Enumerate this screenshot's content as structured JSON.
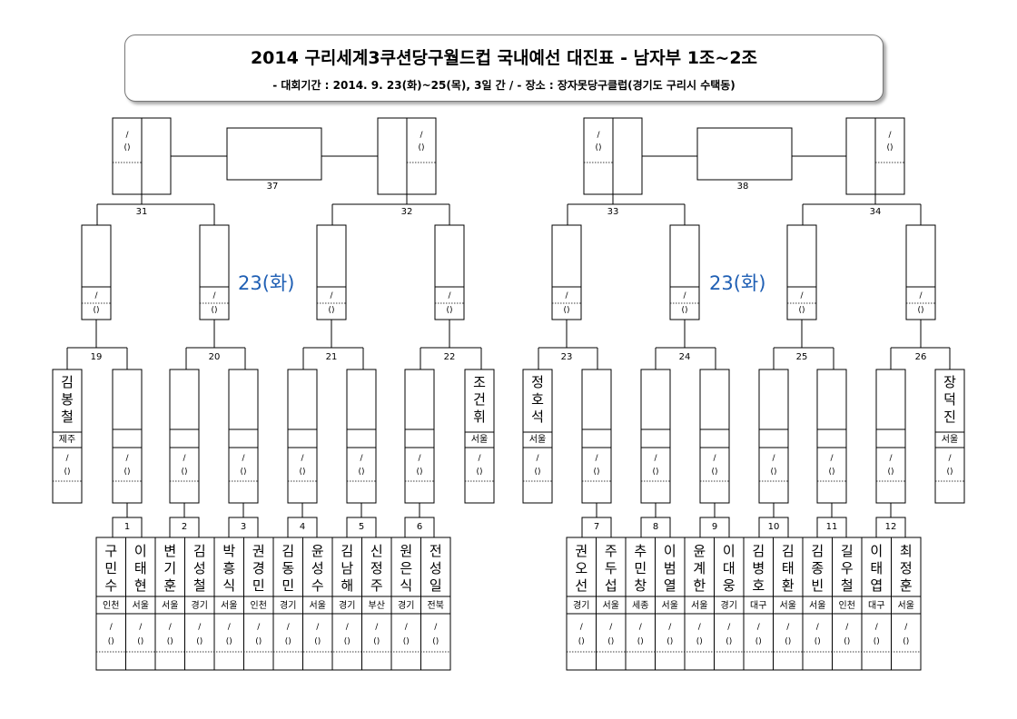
{
  "title": "2014 구리세계3쿠션당구월드컵 국내예선 대진표 - 남자부 1조~2조",
  "subtitle": "- 대회기간 : 2014. 9. 23(화)~25(목), 3일 간 / - 장소 : 장자못당구클럽(경기도 구리시 수택동)",
  "day_label": "23(화)",
  "slash": "/",
  "paren": "()",
  "finals": [
    "37",
    "38"
  ],
  "semis": [
    "31",
    "32",
    "33",
    "34"
  ],
  "round2": [
    "19",
    "20",
    "21",
    "22",
    "23",
    "24",
    "25",
    "26"
  ],
  "round1": [
    "1",
    "2",
    "3",
    "4",
    "5",
    "6",
    "7",
    "8",
    "9",
    "10",
    "11",
    "12"
  ],
  "byes": [
    {
      "name": "김봉철",
      "region": "제주"
    },
    {
      "name": "조건휘",
      "region": "서울"
    },
    {
      "name": "정호석",
      "region": "서울"
    },
    {
      "name": "장덕진",
      "region": "서울"
    }
  ],
  "players": [
    {
      "name": "구민수",
      "region": "인천"
    },
    {
      "name": "이태현",
      "region": "서울"
    },
    {
      "name": "변기훈",
      "region": "서울"
    },
    {
      "name": "김성철",
      "region": "경기"
    },
    {
      "name": "박흥식",
      "region": "서울"
    },
    {
      "name": "권경민",
      "region": "인천"
    },
    {
      "name": "김동민",
      "region": "경기"
    },
    {
      "name": "윤성수",
      "region": "서울"
    },
    {
      "name": "김남해",
      "region": "경기"
    },
    {
      "name": "신정주",
      "region": "부산"
    },
    {
      "name": "원은식",
      "region": "경기"
    },
    {
      "name": "전성일",
      "region": "전북"
    },
    {
      "name": "권오선",
      "region": "경기"
    },
    {
      "name": "주두섭",
      "region": "서울"
    },
    {
      "name": "추민창",
      "region": "세종"
    },
    {
      "name": "이범열",
      "region": "서울"
    },
    {
      "name": "윤계한",
      "region": "서울"
    },
    {
      "name": "이대웅",
      "region": "경기"
    },
    {
      "name": "김병호",
      "region": "대구"
    },
    {
      "name": "김태환",
      "region": "서울"
    },
    {
      "name": "김종빈",
      "region": "서울"
    },
    {
      "name": "길우철",
      "region": "인천"
    },
    {
      "name": "이태엽",
      "region": "대구"
    },
    {
      "name": "최정훈",
      "region": "서울"
    }
  ]
}
